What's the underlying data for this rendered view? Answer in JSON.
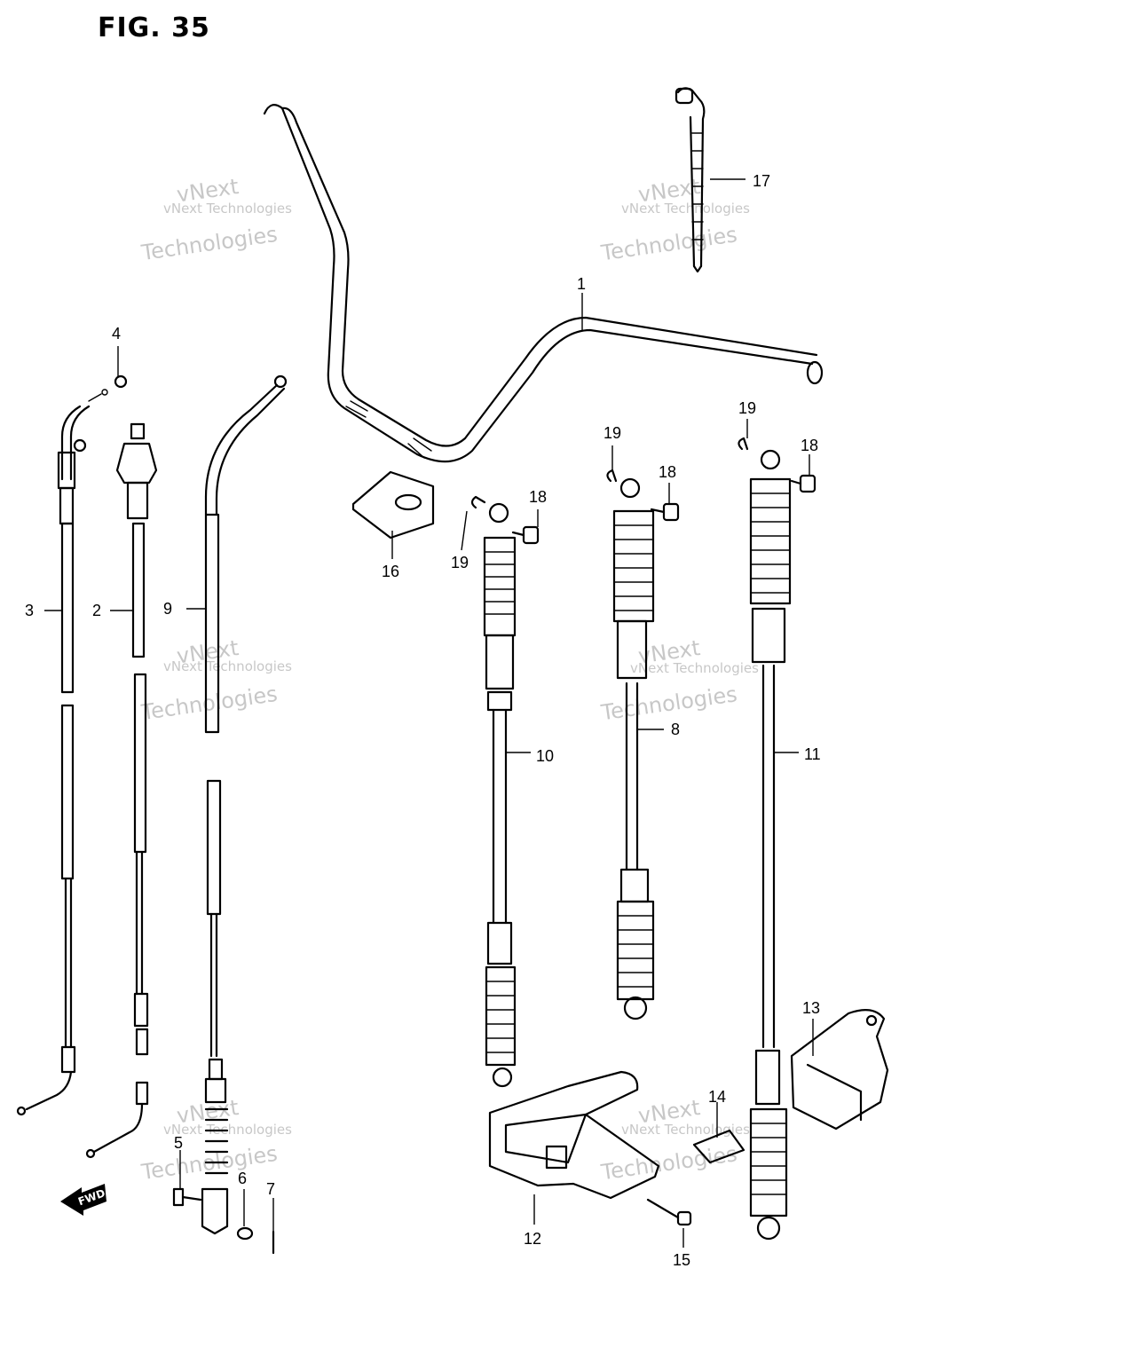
{
  "title": "FIG. 35",
  "watermark": {
    "line1": "vNext",
    "line2": "Technologies",
    "caption": "vNext Technologies"
  },
  "fwd_label": "FWD",
  "callouts": {
    "c1": "1",
    "c2": "2",
    "c3": "3",
    "c4": "4",
    "c5": "5",
    "c6": "6",
    "c7": "7",
    "c8": "8",
    "c9": "9",
    "c10": "10",
    "c11": "11",
    "c12": "12",
    "c13": "13",
    "c14": "14",
    "c15": "15",
    "c16": "16",
    "c17": "17",
    "c18a": "18",
    "c18b": "18",
    "c18c": "18",
    "c19a": "19",
    "c19b": "19",
    "c19c": "19"
  }
}
